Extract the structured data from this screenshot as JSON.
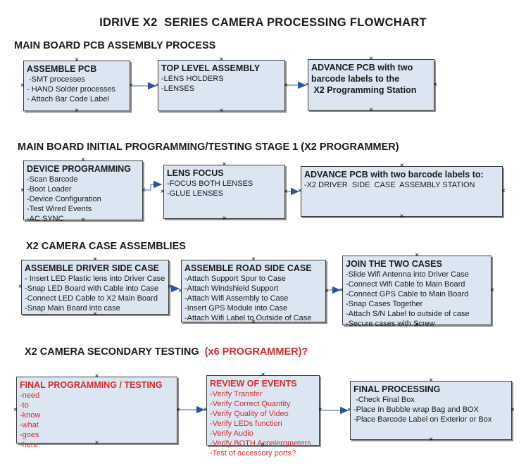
{
  "title": "IDRIVE X2  SERIES CAMERA PROCESSING FLOWCHART",
  "icons": {
    "connection_point": "×"
  },
  "colors": {
    "box_fill": "#dce6f2",
    "box_border": "#3f3f3f",
    "box_shadow": "#8f8f8f",
    "arrow_line": "#7e96c1",
    "arrow_head": "#2d51a3",
    "red_text": "#d22b2b"
  },
  "sections": [
    {
      "heading": "MAIN BOARD PCB ASSEMBLY PROCESS",
      "heading_suffix": "",
      "boxes": [
        {
          "title": "ASSEMBLE PCB",
          "items": [
            " -SMT processes",
            "- HAND Solder processes",
            "- Attach Bar Code Label"
          ]
        },
        {
          "title": "TOP LEVEL ASSEMBLY",
          "items": [
            "-LENS HOLDERS",
            "-LENSES"
          ]
        },
        {
          "title": "ADVANCE PCB with two\nbarcode labels to the\n X2 Programming Station",
          "items": []
        }
      ]
    },
    {
      "heading": "MAIN BOARD INITIAL PROGRAMMING/TESTING STAGE 1 (X2 PROGRAMMER)",
      "heading_suffix": "",
      "boxes": [
        {
          "title": "DEVICE PROGRAMMING",
          "items": [
            "-Scan Barcode",
            "-Boot Loader",
            "-Device Configuration",
            "-Test Wired Events",
            "-AC SYNC"
          ]
        },
        {
          "title": "LENS FOCUS",
          "items": [
            "-FOCUS BOTH LENSES",
            "-GLUE LENSES"
          ]
        },
        {
          "title": "ADVANCE PCB with two barcode labels to:",
          "items": [
            "-X2 DRIVER  SIDE  CASE  ASSEMBLY STATION"
          ]
        }
      ]
    },
    {
      "heading": "X2 CAMERA CASE ASSEMBLIES",
      "heading_suffix": "",
      "boxes": [
        {
          "title": "ASSEMBLE DRIVER SIDE CASE",
          "items": [
            "- Insert LED Plastic lens into Driver Case",
            "-Snap LED Board with Cable into Case",
            "-Connect LED Cable to X2 Main Board",
            "-Snap Main Board into case"
          ]
        },
        {
          "title": "ASSEMBLE ROAD SIDE CASE",
          "items": [
            "-Attach Support Spur to Case",
            "-Attach Windshield Support",
            "-Attach Wifi Assembly to Case",
            "-Insert GPS Module into Case",
            "-Attach Wifi Label to Outside of Case"
          ]
        },
        {
          "title": "JOIN THE TWO CASES",
          "items": [
            "-Slide Wifi Antenna into Driver Case",
            "-Connect Wifi Cable to Main Board",
            "-Connect GPS Cable to Main Board",
            "-Snap Cases Together",
            "-Attach S/N Label to outside of case",
            "-Secure cases with Screw"
          ]
        }
      ]
    },
    {
      "heading": "X2 CAMERA SECONDARY TESTING  ",
      "heading_suffix": "(x6 PROGRAMMER)?",
      "boxes": [
        {
          "title": "FINAL PROGRAMMING / TESTING",
          "items": [
            "-need",
            "-to",
            "-know",
            "-what",
            "-goes",
            "-here"
          ]
        },
        {
          "title": "REVIEW OF EVENTS",
          "items": [
            "-Verify Transfer",
            "-Verify Correct Quantity",
            "-Verify Quality of Video",
            "-Verify LEDs function",
            "-Verify Audio",
            "-Verify BOTH Accelerometers",
            "-Test of accessory ports?"
          ]
        },
        {
          "title": "FINAL PROCESSING",
          "items": [
            " -Check Final Box",
            "-Place In Bubble wrap Bag and BOX",
            "-Place Barcode Label on Exterior or Box"
          ]
        }
      ]
    }
  ]
}
